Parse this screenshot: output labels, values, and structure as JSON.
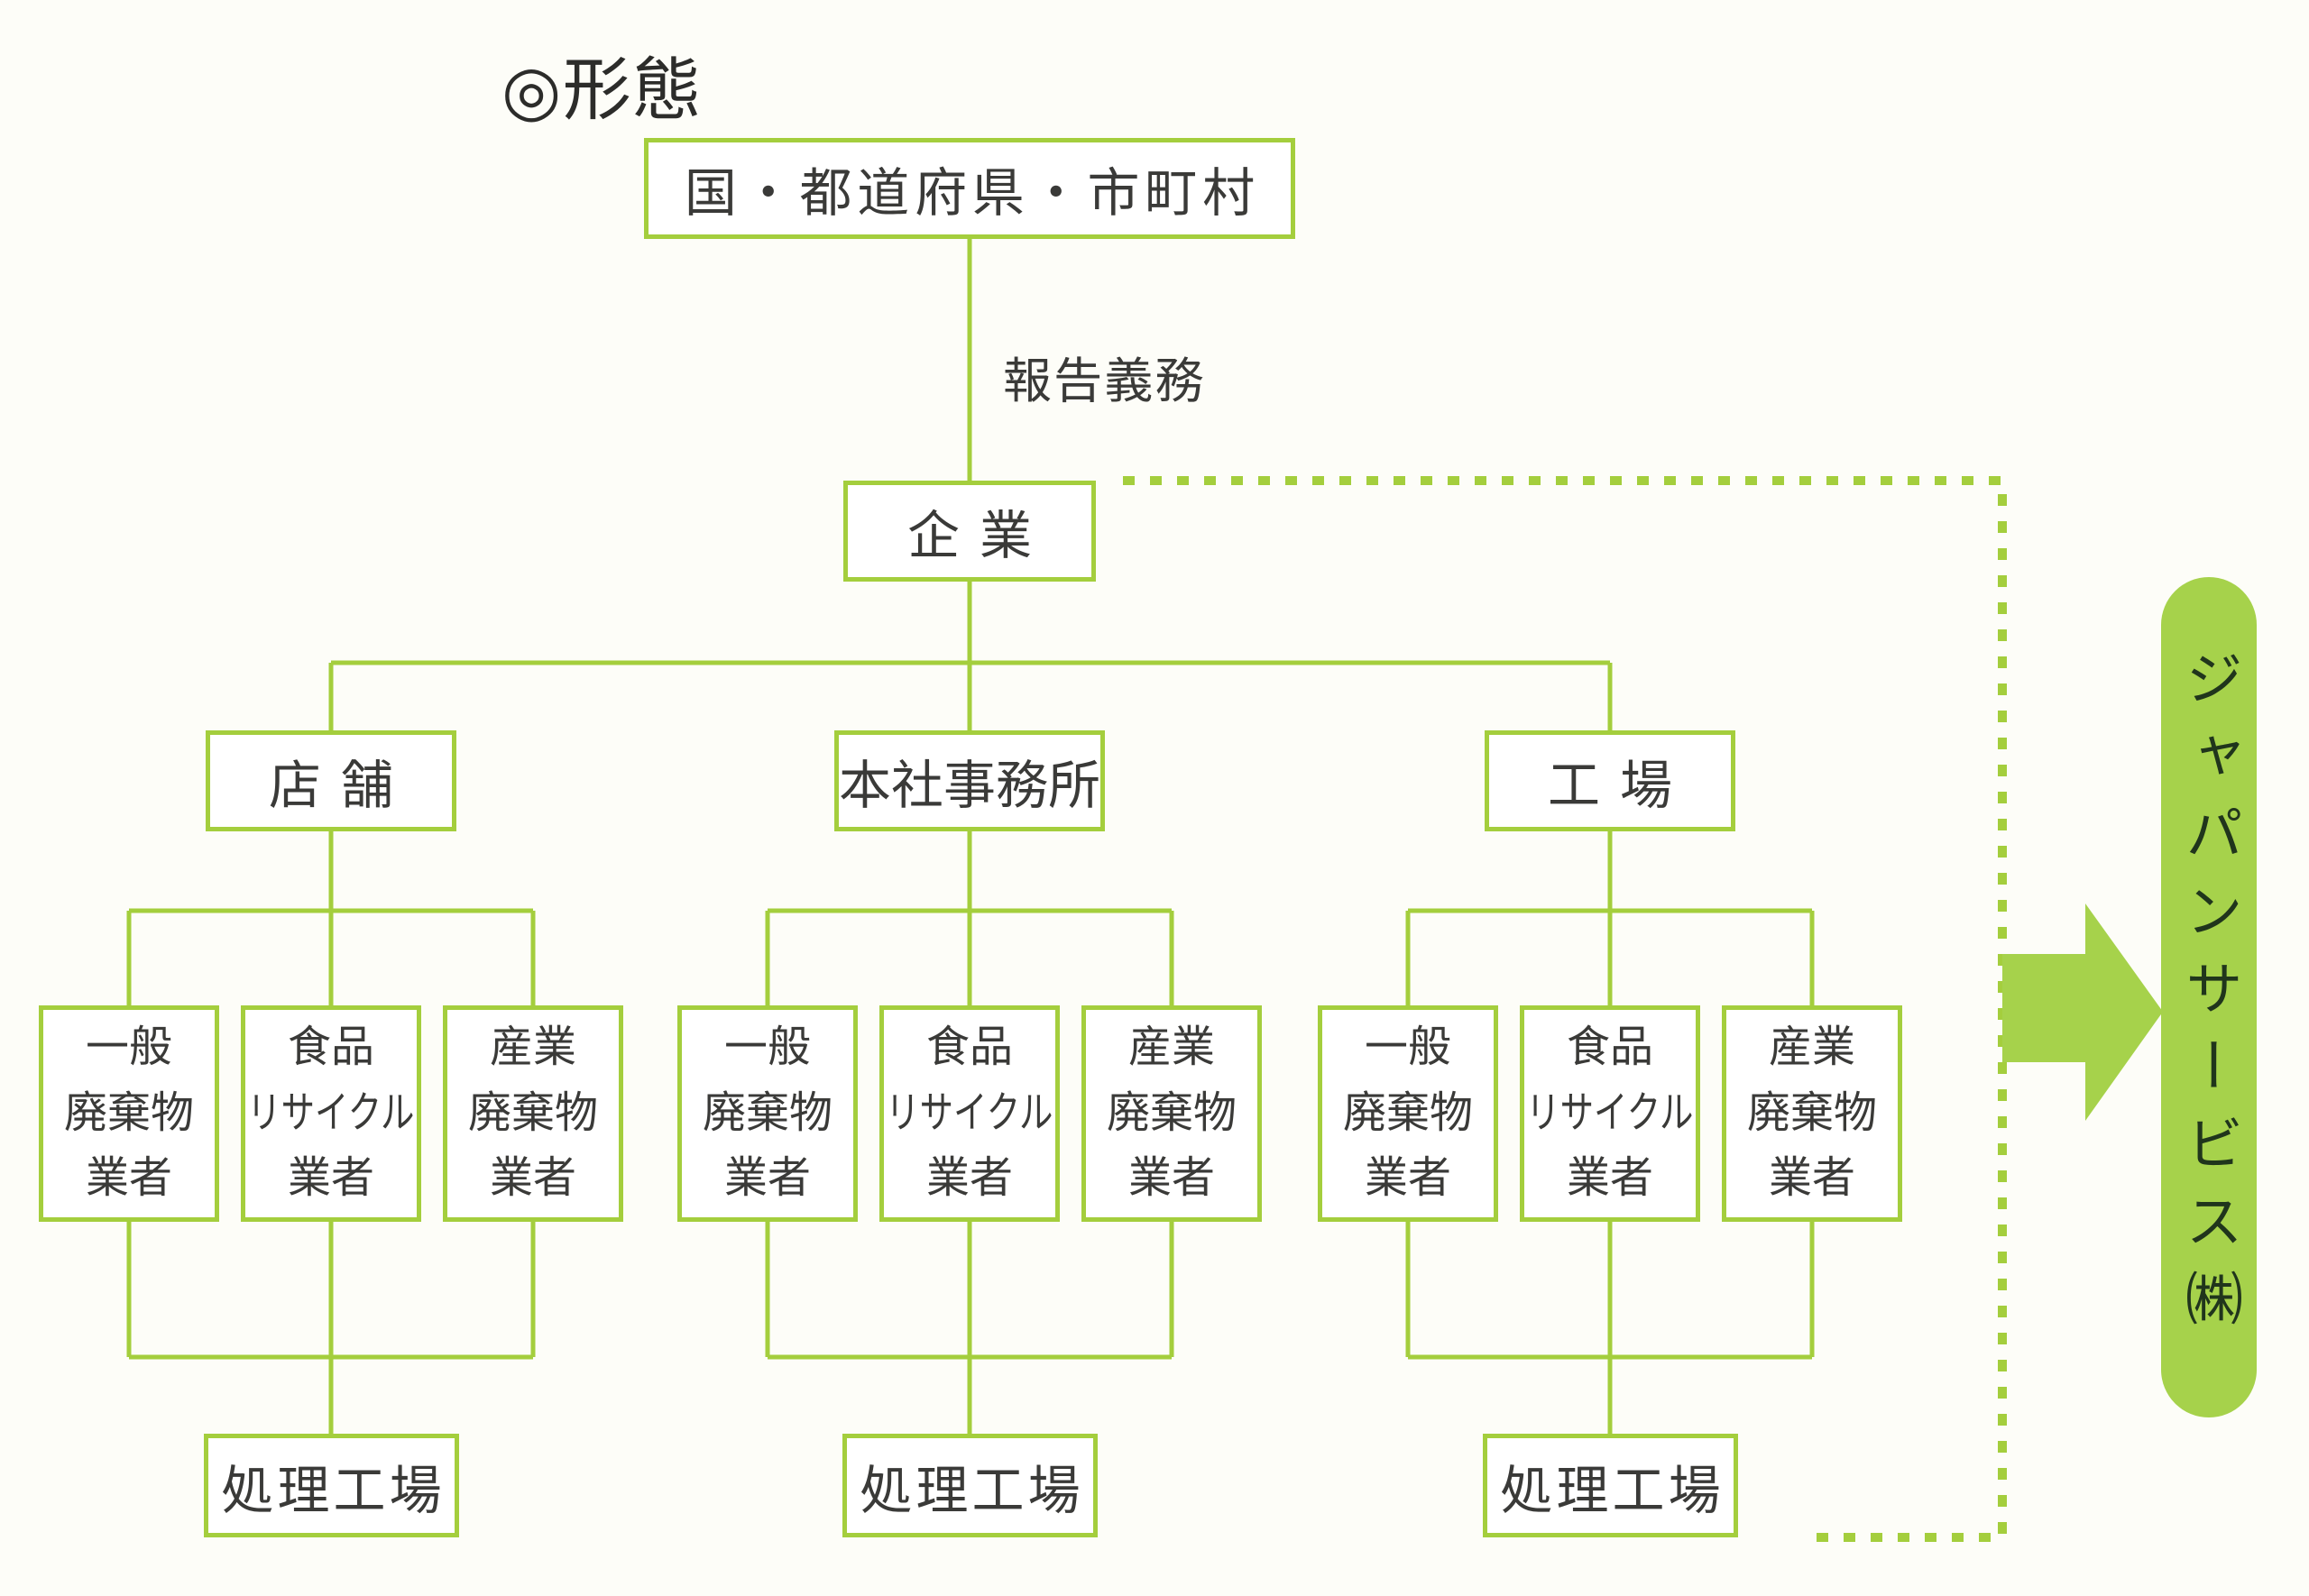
{
  "title": "◎形態",
  "colors": {
    "paper": "#fdfdf8",
    "line_green": "#a4ce3d",
    "solid_green": "#a6d24b",
    "box_text": "#3a3a38",
    "bar_text": "#20351c"
  },
  "hierarchy": {
    "government": "国・都道府県・市町村",
    "report_duty": "報告義務",
    "company": "企業"
  },
  "groups": [
    {
      "parent": "店舗",
      "members": [
        {
          "line1": "一般",
          "line2": "廃棄物",
          "line3": "業者"
        },
        {
          "line1": "食品",
          "line2": "リサイクル",
          "line3": "業者"
        },
        {
          "line1": "産業",
          "line2": "廃棄物",
          "line3": "業者"
        }
      ],
      "plant": "処理工場"
    },
    {
      "parent": "本社事務所",
      "members": [
        {
          "line1": "一般",
          "line2": "廃棄物",
          "line3": "業者"
        },
        {
          "line1": "食品",
          "line2": "リサイクル",
          "line3": "業者"
        },
        {
          "line1": "産業",
          "line2": "廃棄物",
          "line3": "業者"
        }
      ],
      "plant": "処理工場"
    },
    {
      "parent": "工場",
      "members": [
        {
          "line1": "一般",
          "line2": "廃棄物",
          "line3": "業者"
        },
        {
          "line1": "食品",
          "line2": "リサイクル",
          "line3": "業者"
        },
        {
          "line1": "産業",
          "line2": "廃棄物",
          "line3": "業者"
        }
      ],
      "plant": "処理工場"
    }
  ],
  "service_company": "ジャパンサービス㈱",
  "icons": {
    "flow_arrow": "right-arrow"
  }
}
